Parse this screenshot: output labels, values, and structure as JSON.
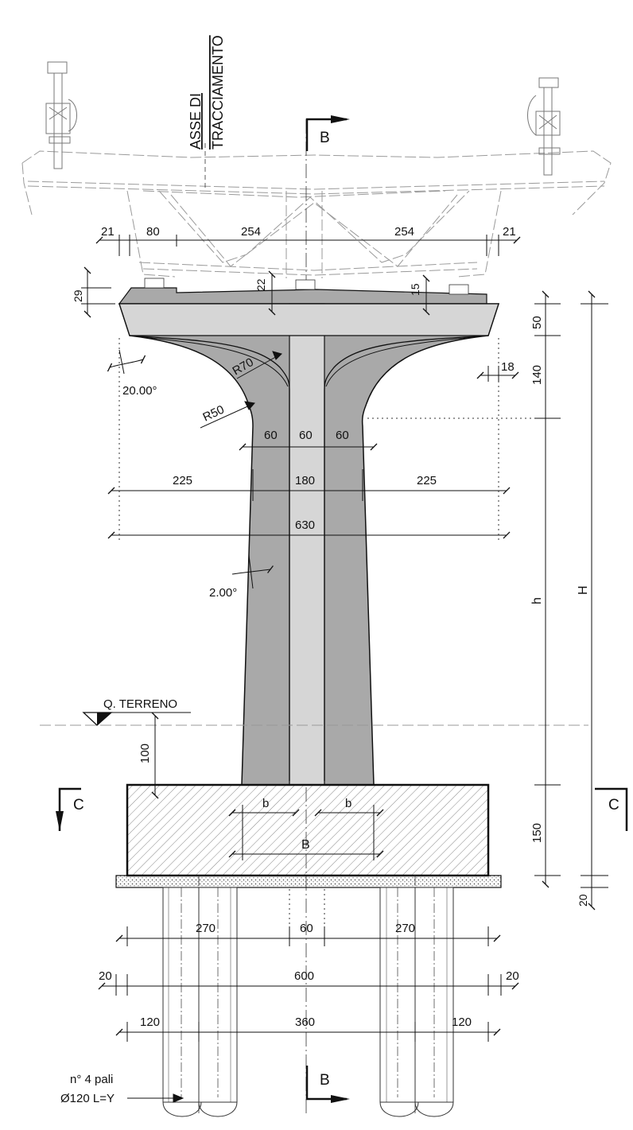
{
  "title": {
    "axis_line1": "ASSE DI",
    "axis_line2": "TRACCIAMENTO"
  },
  "sections": {
    "b_top": "B",
    "b_bottom": "B",
    "c_left": "C",
    "c_right": "C"
  },
  "ground": {
    "label": "Q. TERRENO"
  },
  "deck_dims": {
    "left_edge": "21",
    "left_bay": "80",
    "left_span": "254",
    "right_span": "254",
    "right_edge": "21",
    "plinth_left": "29",
    "plinth_mid": "22",
    "plinth_right": "15"
  },
  "pier_cap": {
    "radius_inner": "R70",
    "radius_outer": "R50",
    "angle_cap": "20.00°",
    "chamfer": "18"
  },
  "shaft": {
    "wall_left": "60",
    "core": "60",
    "wall_right": "60",
    "side_left": "225",
    "width": "180",
    "side_right": "225",
    "cap_width": "630",
    "batter_angle": "2.00°"
  },
  "heights": {
    "cap_top": "50",
    "cap_taper": "140",
    "shaft": "h",
    "total": "H",
    "embedment": "100",
    "footing": "150",
    "blinding": "20"
  },
  "footing": {
    "b_left": "b",
    "b_right": "b",
    "B": "B"
  },
  "piles": {
    "span_left": "270",
    "span_mid": "60",
    "span_right": "270",
    "edge_left": "20",
    "footing_width": "600",
    "edge_right": "20",
    "end_left": "120",
    "pile_spacing": "360",
    "end_right": "120",
    "note_line1": "n° 4 pali",
    "note_line2": "Ø120 L=Y"
  },
  "colors": {
    "concrete_dark": "#a9a9a9",
    "concrete_light": "#d6d6d6",
    "line": "#111111",
    "ghost": "#9a9a9a"
  }
}
